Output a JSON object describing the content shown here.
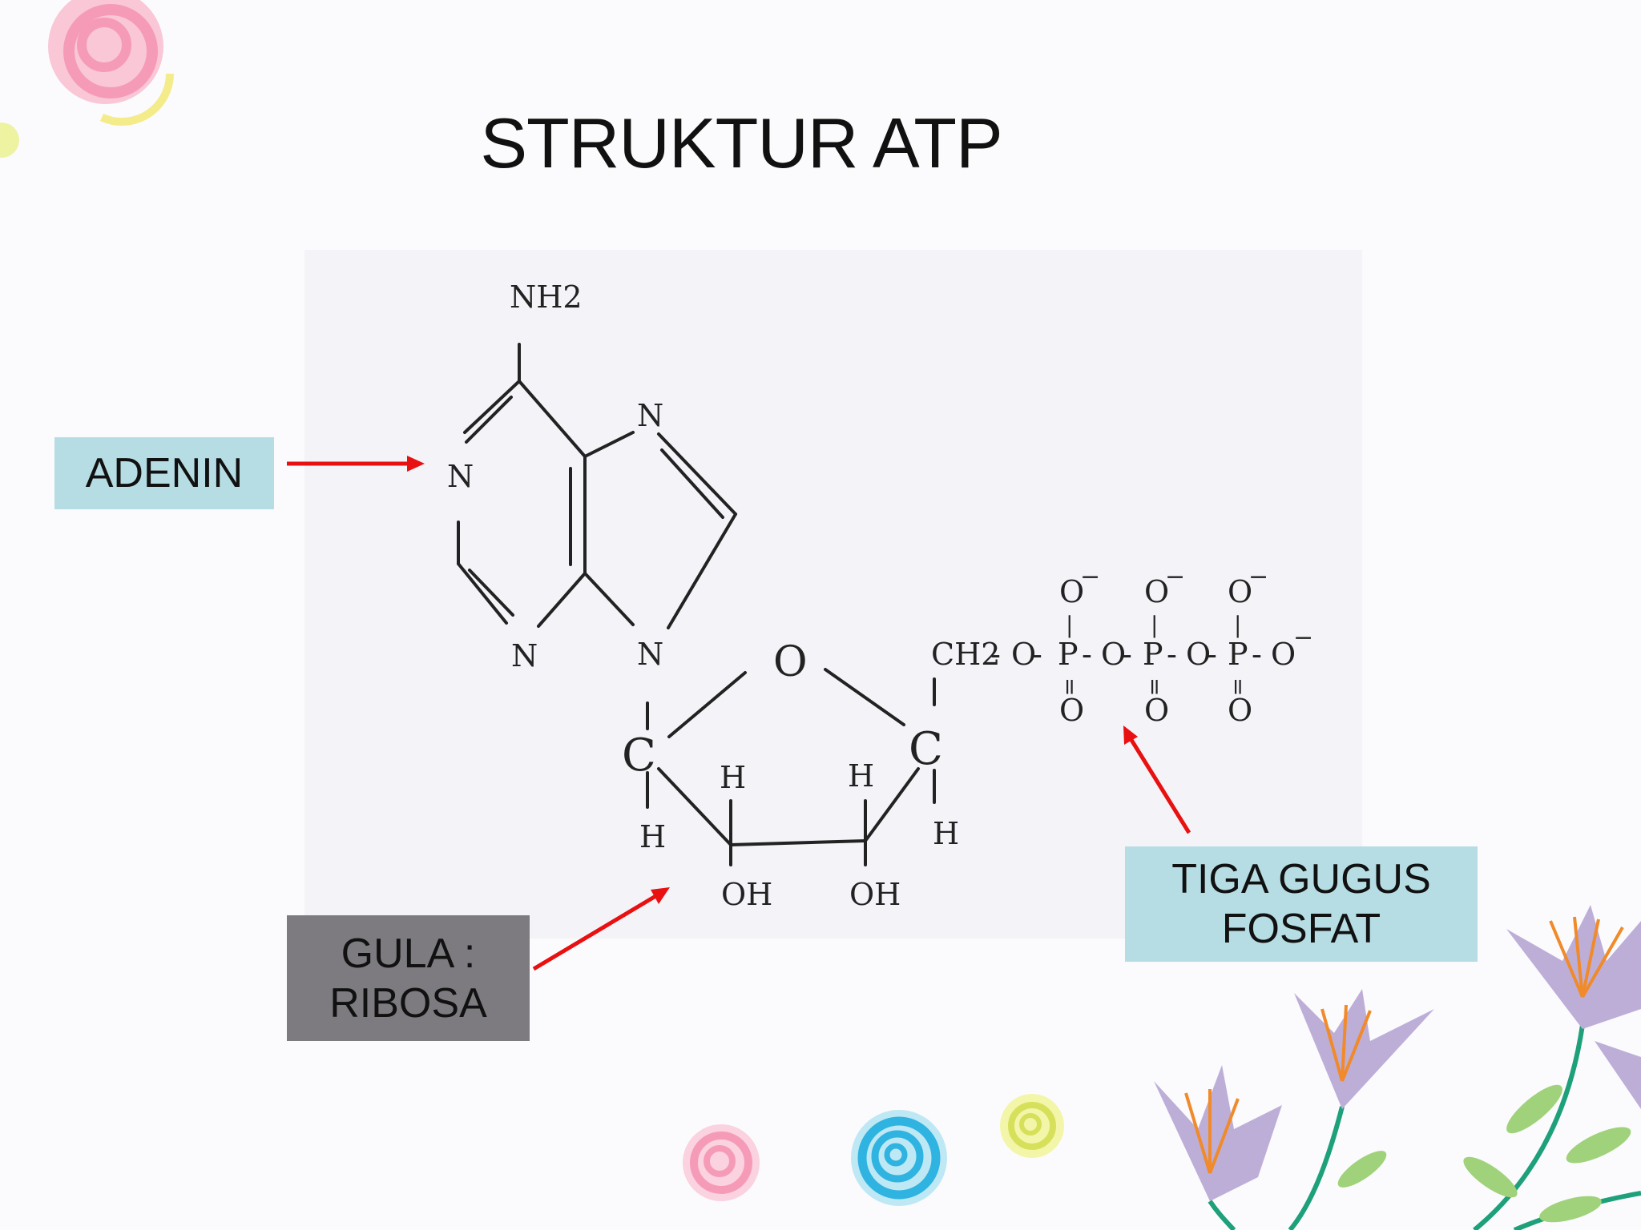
{
  "title": "STRUKTUR ATP",
  "labels": {
    "adenin": "ADENIN",
    "gula_line1": "GULA :",
    "gula_line2": "RIBOSA",
    "fosfat_line1": "TIGA GUGUS",
    "fosfat_line2": "FOSFAT"
  },
  "molecule": {
    "nh2": "NH2",
    "n": "N",
    "o": "O",
    "c": "C",
    "h": "H",
    "oh": "OH",
    "ch2": "CH2",
    "p": "P",
    "minus": "−",
    "dash": "-",
    "double": "=",
    "bar": "|"
  },
  "colors": {
    "label_blue": "#b6dde3",
    "label_gray": "#7d7b80",
    "arrow": "#e81010"
  }
}
